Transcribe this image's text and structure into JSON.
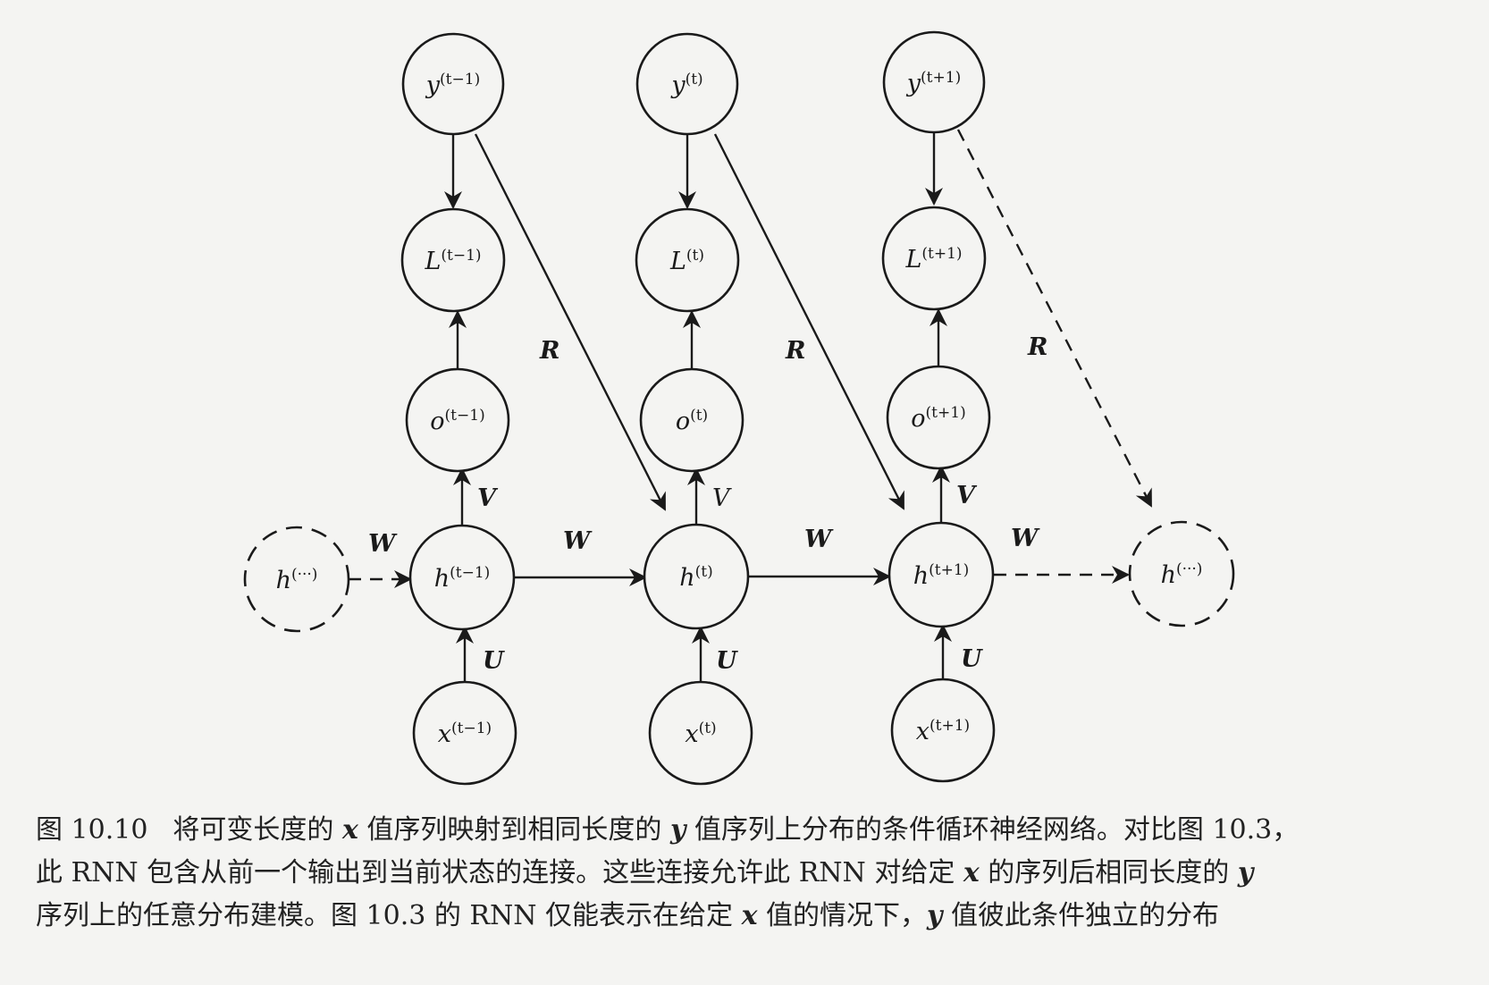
{
  "diagram": {
    "nodes": {
      "y_prev": {
        "base": "y",
        "sup": "(t−1)"
      },
      "y_cur": {
        "base": "y",
        "sup": "(t)"
      },
      "y_next": {
        "base": "y",
        "sup": "(t+1)"
      },
      "L_prev": {
        "base": "L",
        "sup": "(t−1)"
      },
      "L_cur": {
        "base": "L",
        "sup": "(t)"
      },
      "L_next": {
        "base": "L",
        "sup": "(t+1)"
      },
      "o_prev": {
        "base": "o",
        "sup": "(t−1)"
      },
      "o_cur": {
        "base": "o",
        "sup": "(t)"
      },
      "o_next": {
        "base": "o",
        "sup": "(t+1)"
      },
      "h_left": {
        "base": "h",
        "sup": "(···)"
      },
      "h_prev": {
        "base": "h",
        "sup": "(t−1)"
      },
      "h_cur": {
        "base": "h",
        "sup": "(t)"
      },
      "h_next": {
        "base": "h",
        "sup": "(t+1)"
      },
      "h_right": {
        "base": "h",
        "sup": "(···)"
      },
      "x_prev": {
        "base": "x",
        "sup": "(t−1)"
      },
      "x_cur": {
        "base": "x",
        "sup": "(t)"
      },
      "x_next": {
        "base": "x",
        "sup": "(t+1)"
      }
    },
    "weights": {
      "W": "W",
      "U": "U",
      "V": "V",
      "R": "R"
    }
  },
  "caption": {
    "label": "图 10.10",
    "line1_a": "将可变长度的 ",
    "x": "x",
    "line1_b": " 值序列映射到相同长度的 ",
    "y": "y",
    "line1_c": " 值序列上分布的条件循环神经网络。对比图 10.3，",
    "line2_a": "此 RNN 包含从前一个输出到当前状态的连接。这些连接允许此 RNN 对给定 ",
    "line2_b": " 的序列后相同长度的 ",
    "line3_a": "序列上的任意分布建模。图 10.3 的 RNN 仅能表示在给定 ",
    "line3_b": " 值的情况下，",
    "line3_c": " 值彼此条件独立的分布"
  }
}
